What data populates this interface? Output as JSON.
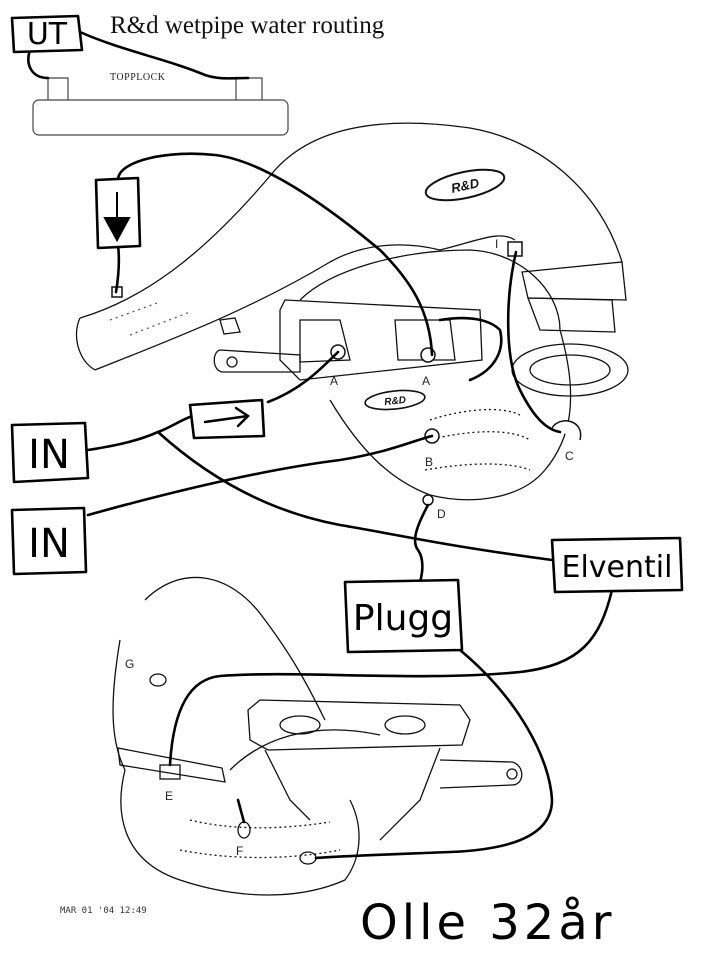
{
  "title": "R&d wetpipe water routing",
  "topplock_label": "TOPPLOCK",
  "labels": {
    "ut": "UT",
    "in_upper": "IN",
    "in_lower": "IN",
    "elventil": "Elventil",
    "plugg": "Plugg"
  },
  "ports": {
    "a_left": "A",
    "a_right": "A",
    "b": "B",
    "c": "C",
    "d": "D",
    "e": "E",
    "f": "F",
    "g": "G",
    "i": "I"
  },
  "brand_emblem": "R&D",
  "signature": "Olle 32år",
  "fax_stamp": "MAR 01 '04 12:49"
}
